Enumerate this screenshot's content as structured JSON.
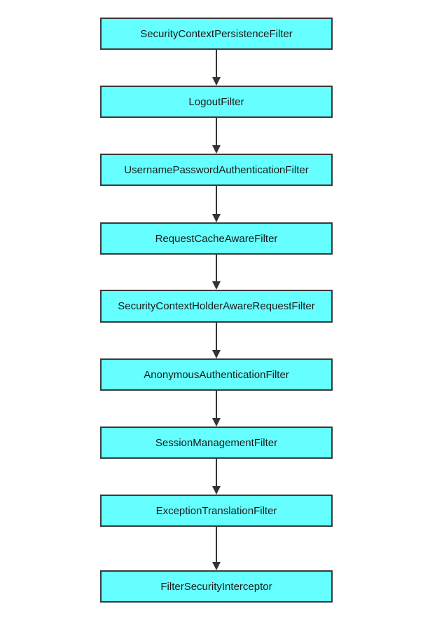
{
  "diagram": {
    "colors": {
      "node_fill": "#66ffff",
      "node_border": "#3a3a3a",
      "edge": "#333333",
      "text": "#1a1a1a"
    },
    "nodes": [
      {
        "id": "n0",
        "label": "SecurityContextPersistenceFilter"
      },
      {
        "id": "n1",
        "label": "LogoutFilter"
      },
      {
        "id": "n2",
        "label": "UsernamePasswordAuthenticationFilter"
      },
      {
        "id": "n3",
        "label": "RequestCacheAwareFilter"
      },
      {
        "id": "n4",
        "label": "SecurityContextHolderAwareRequestFilter"
      },
      {
        "id": "n5",
        "label": "AnonymousAuthenticationFilter"
      },
      {
        "id": "n6",
        "label": "SessionManagementFilter"
      },
      {
        "id": "n7",
        "label": "ExceptionTranslationFilter"
      },
      {
        "id": "n8",
        "label": "FilterSecurityInterceptor"
      }
    ],
    "edges": [
      {
        "from": "n0",
        "to": "n1"
      },
      {
        "from": "n1",
        "to": "n2"
      },
      {
        "from": "n2",
        "to": "n3"
      },
      {
        "from": "n3",
        "to": "n4"
      },
      {
        "from": "n4",
        "to": "n5"
      },
      {
        "from": "n5",
        "to": "n6"
      },
      {
        "from": "n6",
        "to": "n7"
      },
      {
        "from": "n7",
        "to": "n8"
      }
    ]
  }
}
